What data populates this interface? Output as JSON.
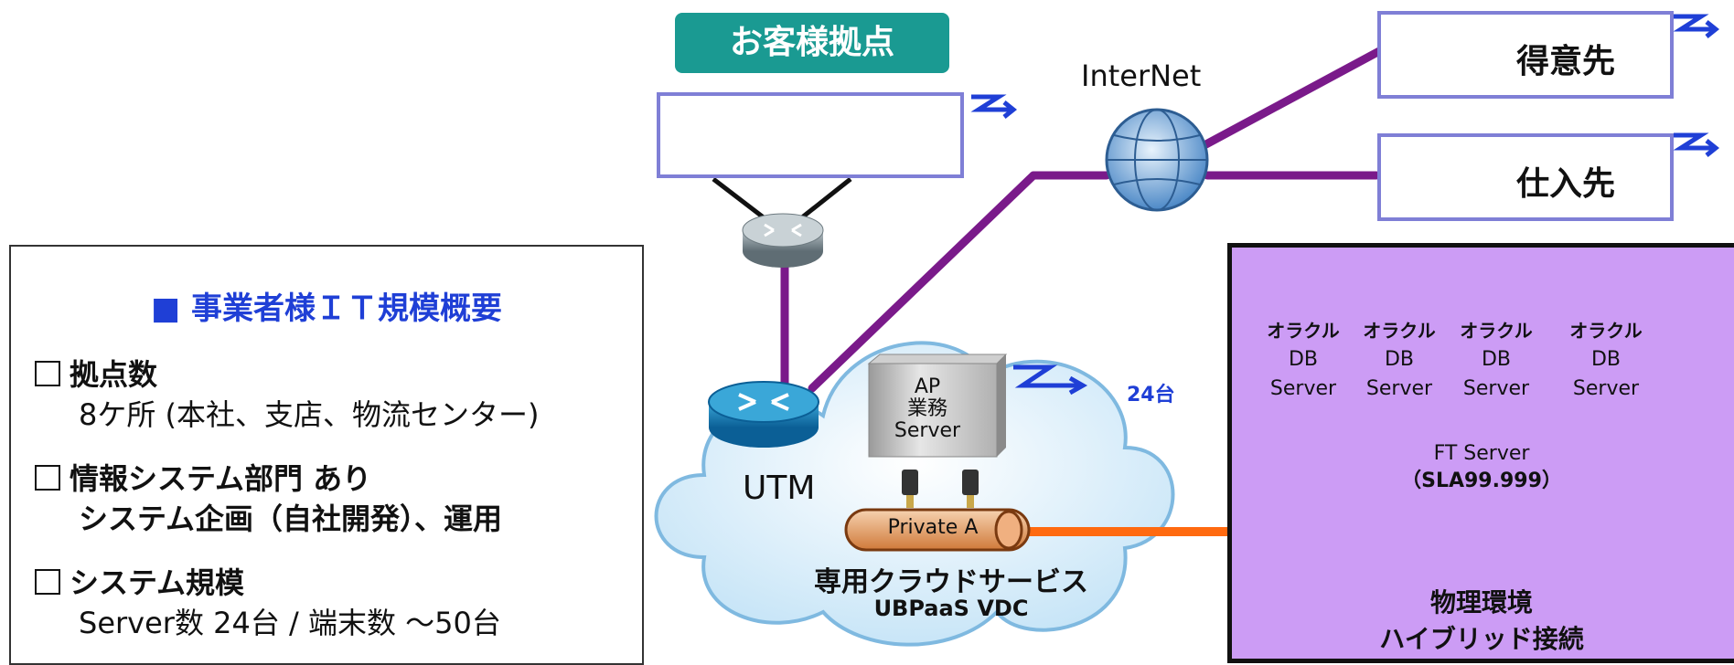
{
  "customer_site_label": "お客様拠点",
  "internet_label": "InterNet",
  "partners": [
    {
      "label": "得意先"
    },
    {
      "label": "仕入先"
    }
  ],
  "info": {
    "title": "■ 事業者様ＩＴ規模概要",
    "items": [
      {
        "heading": "拠点数",
        "detail": "8ケ所 (本社、支店、物流センター)"
      },
      {
        "heading": "情報システム部門  あり",
        "detail": "システム企画（自社開発）、運用"
      },
      {
        "heading": "システム規模",
        "detail": "Server数 24台 /  端末数  ～50台"
      }
    ]
  },
  "cloud": {
    "utm_label": "UTM",
    "ap_server_lines": [
      "AP",
      "業務",
      "Server"
    ],
    "ap_server_count": "24台",
    "private_label": "Private A",
    "service_name": "専用クラウドサービス",
    "service_sub": "UBPaaS VDC"
  },
  "db_servers": [
    {
      "line1": "オラクル",
      "line2": "DB",
      "line3": "Server"
    },
    {
      "line1": "オラクル",
      "line2": "DB",
      "line3": "Server"
    },
    {
      "line1": "オラクル",
      "line2": "DB",
      "line3": "Server"
    },
    {
      "line1": "オラクル",
      "line2": "DB",
      "line3": "Server"
    }
  ],
  "ft_server": {
    "line1": "FT Server",
    "line2": "（SLA99.999）"
  },
  "physical": {
    "line1": "物理環境",
    "line2": "ハイブリッド接続"
  },
  "colors": {
    "link_purple": "#7a1a8a",
    "link_orange": "#ff6a10",
    "box_border": "#7f7fd6",
    "teal": "#1a9a92",
    "zone": "#cc9cf5",
    "accent_blue": "#1f3fd6"
  }
}
